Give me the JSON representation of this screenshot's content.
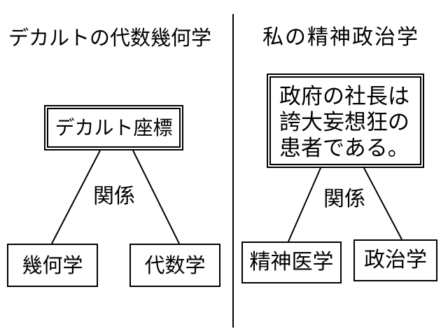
{
  "left": {
    "title": "デカルトの代数幾何学",
    "root": "デカルト座標",
    "relation": "関係",
    "children": [
      "幾何学",
      "代数学"
    ]
  },
  "right": {
    "title": "私の精神政治学",
    "root_lines": [
      "政府の社長は",
      "誇大妄想狂の",
      "患者である。"
    ],
    "relation": "関係",
    "children": [
      "精神医学",
      "政治学"
    ]
  },
  "colors": {
    "ink": "#000000",
    "background": "#ffffff"
  }
}
